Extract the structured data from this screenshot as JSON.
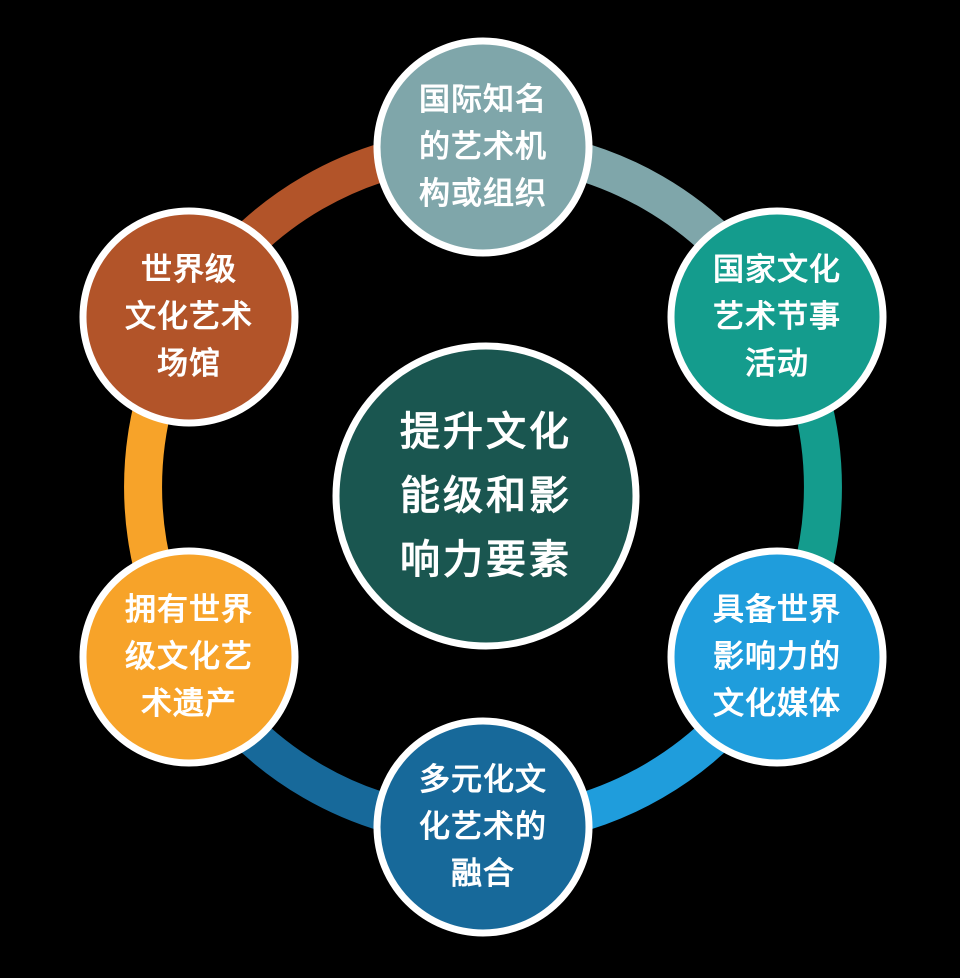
{
  "title": "提升文化能级和影响力要素",
  "canvas": {
    "background": "#000000"
  },
  "hub": {
    "color": "#1A5650",
    "border_color": "#FFFFFF",
    "text_color": "#FFFFFF",
    "lines": [
      "提升文化",
      "能级和影",
      "响力要素"
    ],
    "text": "提升文化能级和影响力要素"
  },
  "satellites": [
    {
      "position": "top",
      "color": "#7FA6AA",
      "lines": [
        "国际知名",
        "的艺术机",
        "构或组织"
      ],
      "text": "国际知名的艺术机构或组织"
    },
    {
      "position": "top-right",
      "color": "#149C8D",
      "lines": [
        "国家文化",
        "艺术节事",
        "活动"
      ],
      "text": "国家文化艺术节事活动"
    },
    {
      "position": "bottom-right",
      "color": "#1F9DDC",
      "lines": [
        "具备世界",
        "影响力的",
        "文化媒体"
      ],
      "text": "具备世界影响力的文化媒体"
    },
    {
      "position": "bottom",
      "color": "#17699A",
      "lines": [
        "多元化文",
        "化艺术的",
        "融合"
      ],
      "text": "多元化文化艺术的融合"
    },
    {
      "position": "bottom-left",
      "color": "#F7A329",
      "lines": [
        "拥有世界",
        "级文化艺",
        "术遗产"
      ],
      "text": "拥有世界级文化艺术遗产"
    },
    {
      "position": "top-left",
      "color": "#B25429",
      "lines": [
        "世界级",
        "文化艺术",
        "场馆"
      ],
      "text": "世界级文化艺术场馆"
    }
  ]
}
